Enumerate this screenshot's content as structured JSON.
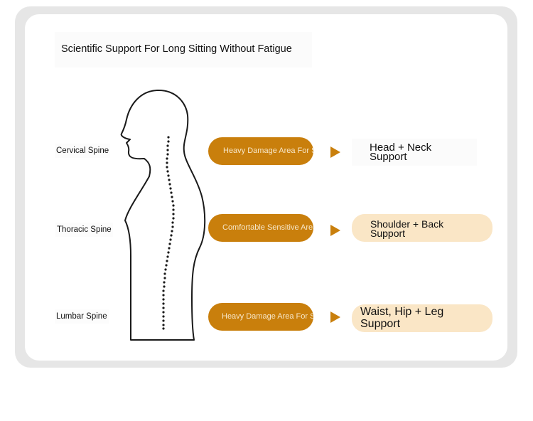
{
  "title": "Scientific Support For Long Sitting Without Fatigue",
  "rows": [
    {
      "spine_label": "Cervical Spine",
      "pill_text": "Heavy Damage Area For Strain",
      "result_line1": "Head + Neck",
      "result_line2": "Support"
    },
    {
      "spine_label": "Thoracic Spine",
      "pill_text": "Comfortable Sensitive Area",
      "result_line1": "Shoulder + Back",
      "result_line2": "Support"
    },
    {
      "spine_label": "Lumbar Spine",
      "pill_text": "Heavy Damage Area For Strain",
      "result_line1": "Waist, Hip + Leg",
      "result_line2": "Support"
    }
  ],
  "colors": {
    "accent": "#c97f0c",
    "pill_text": "#f7e7c9",
    "result_tint": "#fae6c6",
    "frame": "#e6e6e6"
  },
  "icons": [
    "human-profile-silhouette",
    "spine-dots",
    "arrow-right-icon"
  ]
}
